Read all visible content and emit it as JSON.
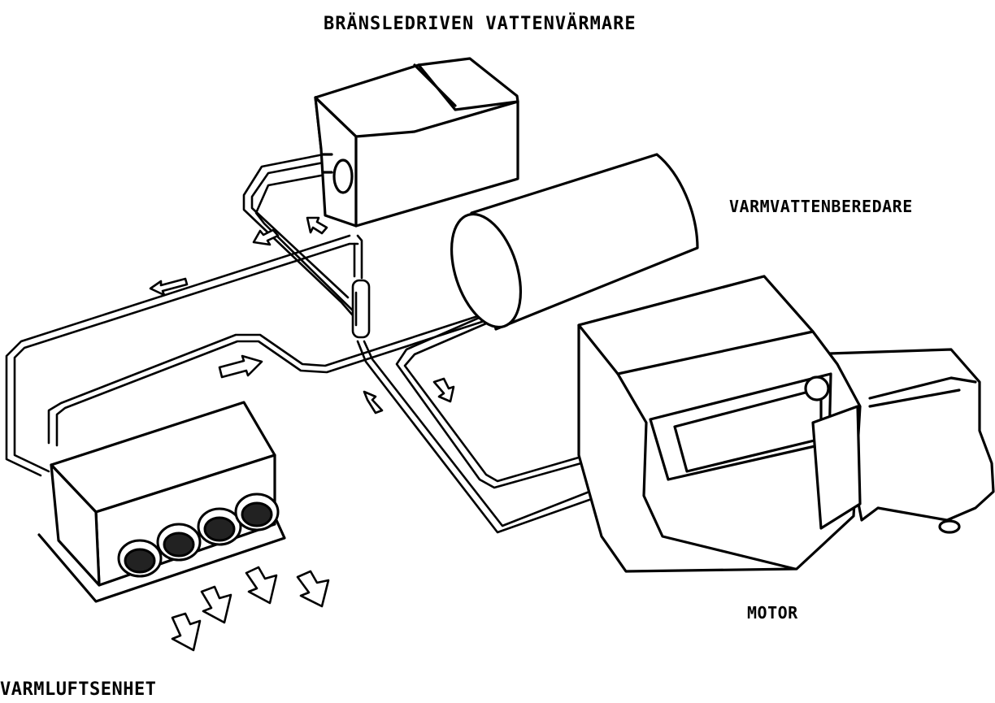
{
  "labels": {
    "fuel_water_heater": "BRÄNSLEDRIVEN VATTENVÄRMARE",
    "water_boiler": "VARMVATTENBEREDARE",
    "engine": "MOTOR",
    "hot_air_unit": "VARMLUFTSENHET"
  },
  "style": {
    "ink": "#000000",
    "paper": "#ffffff"
  }
}
